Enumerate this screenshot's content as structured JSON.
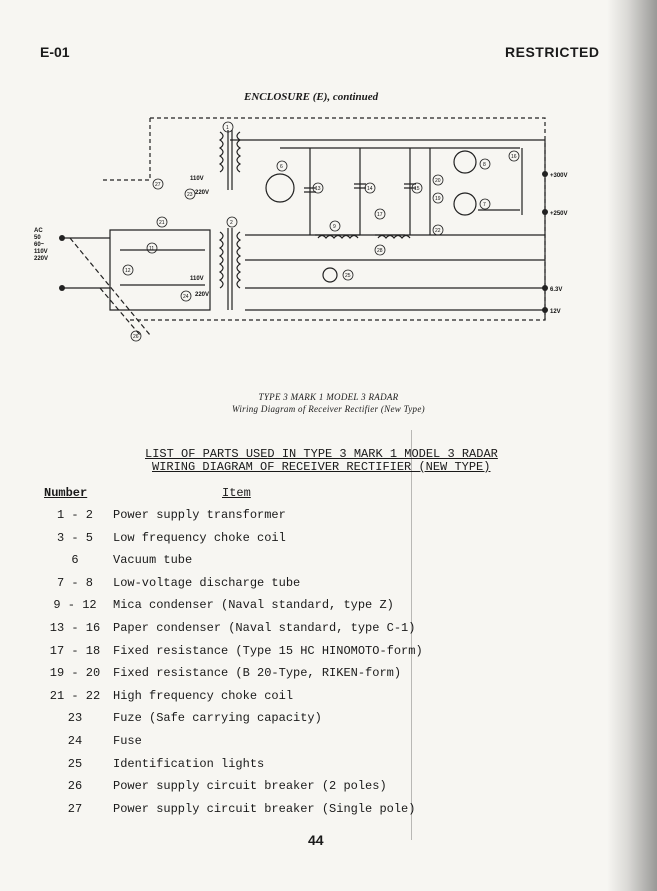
{
  "header": {
    "doc_id": "E-01",
    "classification": "RESTRICTED"
  },
  "enclosure_title": "ENCLOSURE (E), continued",
  "diagram": {
    "input_labels": [
      "AC",
      "50",
      "60~",
      "110V",
      "220V"
    ],
    "voltage_labels": [
      "110V",
      "220V",
      "110V",
      "220V"
    ],
    "outputs": [
      "+300V",
      "+250V",
      "6.3V",
      "12V"
    ],
    "part_numbers": [
      "1",
      "2",
      "6",
      "7",
      "8",
      "9",
      "11",
      "12",
      "13",
      "14",
      "15",
      "16",
      "17",
      "19",
      "20",
      "21",
      "22",
      "23",
      "24",
      "25",
      "26",
      "27",
      "28"
    ]
  },
  "caption": {
    "line1": "TYPE 3 MARK 1 MODEL 3 RADAR",
    "line2": "Wiring Diagram of Receiver Rectifier (New Type)"
  },
  "list": {
    "title_line1": "LIST OF PARTS USED IN TYPE 3 MARK 1 MODEL 3 RADAR",
    "title_line2": "WIRING DIAGRAM OF RECEIVER RECTIFIER (NEW TYPE)",
    "col_number": "Number",
    "col_item": "Item",
    "rows": [
      {
        "number": "1 - 2",
        "item": "Power supply transformer"
      },
      {
        "number": "3 - 5",
        "item": "Low frequency choke coil"
      },
      {
        "number": "6",
        "item": "Vacuum tube"
      },
      {
        "number": "7 - 8",
        "item": "Low-voltage discharge tube"
      },
      {
        "number": "9 - 12",
        "item": "Mica condenser (Naval standard, type Z)"
      },
      {
        "number": "13 - 16",
        "item": "Paper condenser (Naval standard, type C-1)"
      },
      {
        "number": "17 - 18",
        "item": "Fixed resistance (Type 15 HC HINOMOTO-form)"
      },
      {
        "number": "19 - 20",
        "item": "Fixed resistance (B 20-Type, RIKEN-form)"
      },
      {
        "number": "21 - 22",
        "item": "High frequency choke coil"
      },
      {
        "number": "23",
        "item": "Fuze (Safe carrying capacity)"
      },
      {
        "number": "24",
        "item": "Fuse"
      },
      {
        "number": "25",
        "item": "Identification lights"
      },
      {
        "number": "26",
        "item": "Power supply circuit breaker (2 poles)"
      },
      {
        "number": "27",
        "item": "Power supply circuit breaker (Single pole)"
      }
    ]
  },
  "page_number": "44"
}
